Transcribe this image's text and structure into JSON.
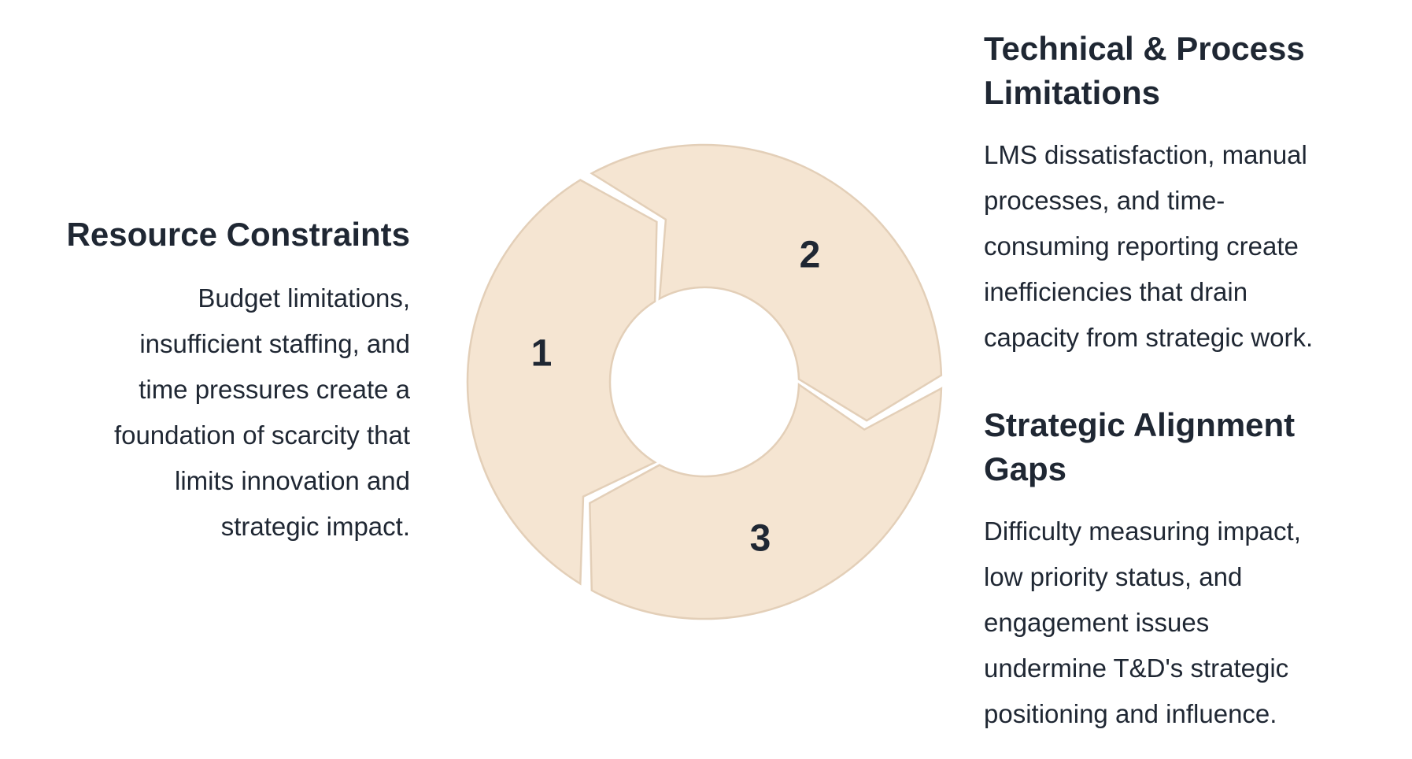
{
  "diagram": {
    "segments": [
      {
        "number": "1",
        "start_angle": 120,
        "end_angle": 240
      },
      {
        "number": "2",
        "start_angle": 240,
        "end_angle": 360
      },
      {
        "number": "3",
        "start_angle": 0,
        "end_angle": 120
      }
    ],
    "fill_color": "#f5e5d2",
    "stroke_color": "#e3cfb8"
  },
  "sections": {
    "resource": {
      "title": "Resource Constraints",
      "lines": [
        "Budget limitations,",
        "insufficient staffing, and",
        "time pressures create a",
        "foundation of scarcity that",
        "limits innovation and",
        "strategic impact."
      ]
    },
    "technical": {
      "title_lines": [
        "Technical & Process",
        "Limitations"
      ],
      "lines": [
        "LMS dissatisfaction, manual",
        "processes, and time-",
        "consuming reporting create",
        "inefficiencies that drain",
        "capacity from strategic work."
      ]
    },
    "strategic": {
      "title_lines": [
        "Strategic Alignment",
        "Gaps"
      ],
      "lines": [
        "Difficulty measuring impact,",
        "low priority status, and",
        "engagement issues",
        "undermine T&D's strategic",
        "positioning and influence."
      ]
    }
  }
}
